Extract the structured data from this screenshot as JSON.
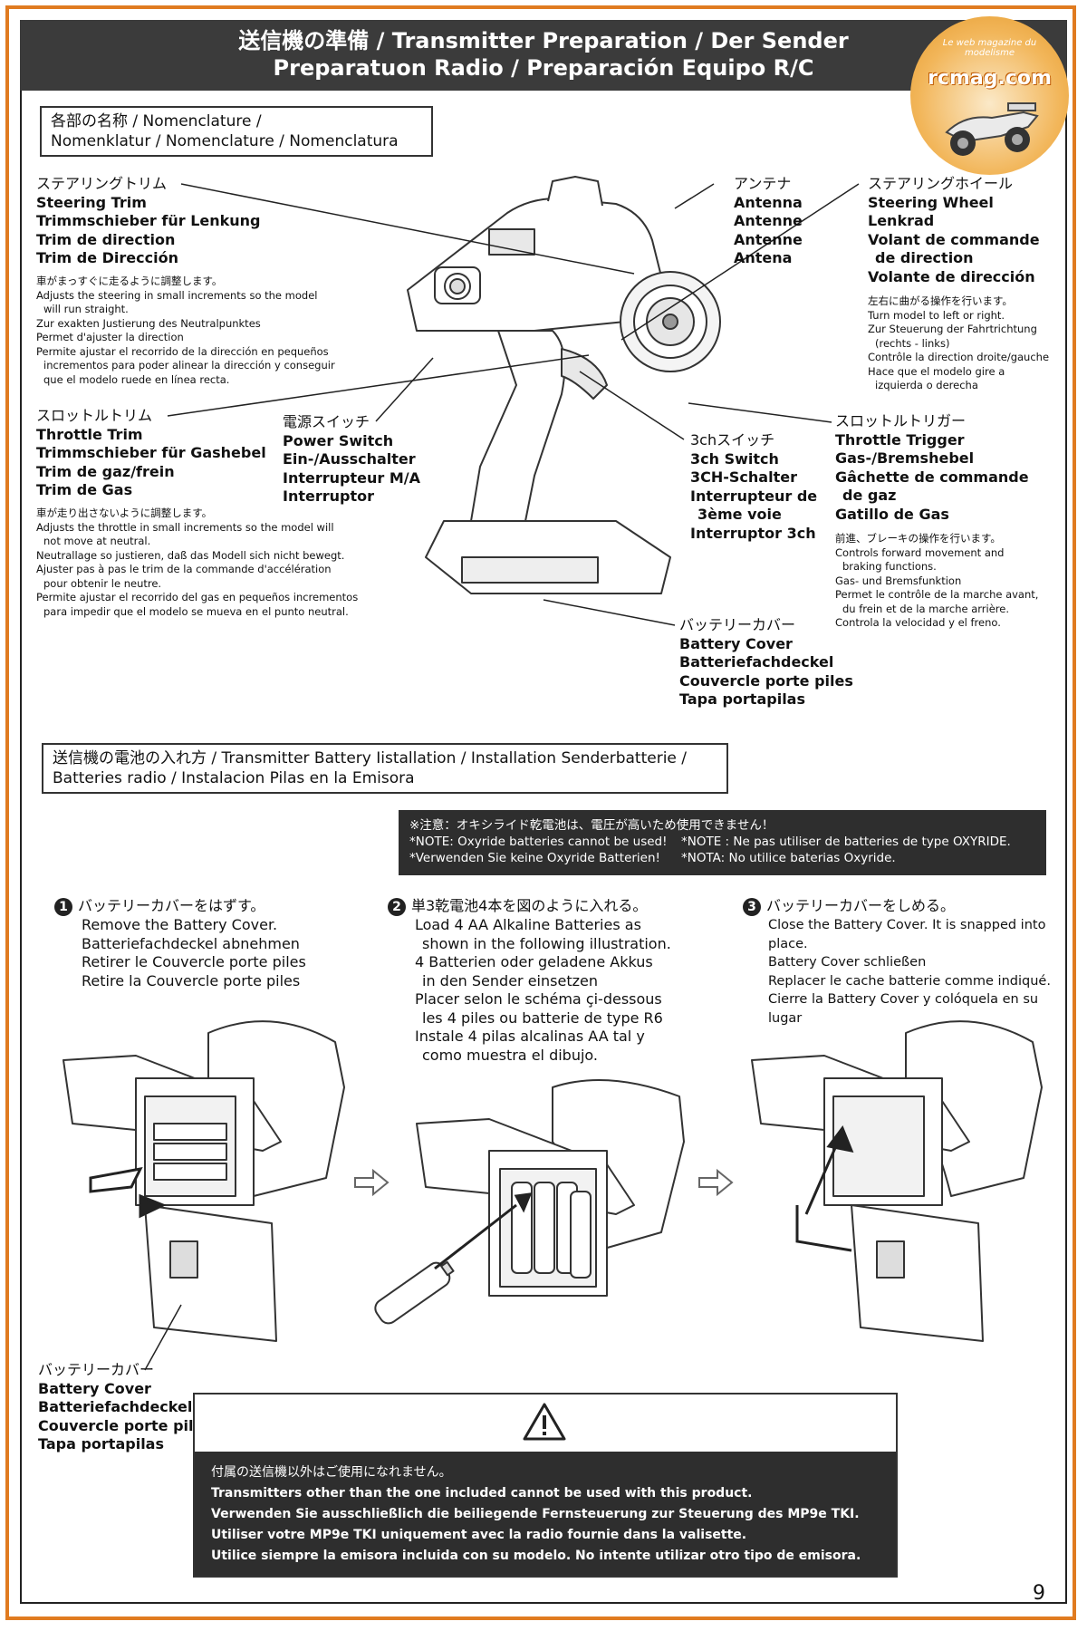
{
  "header": {
    "line1": "送信機の準備 / Transmitter Preparation / Der Sender",
    "line2": "Preparatuon Radio / Preparación Equipo R/C"
  },
  "logo": {
    "sub": "Le web magazine du modelisme",
    "name": "rcmag.com"
  },
  "nomenclature": {
    "title1": "各部の名称 / Nomenclature /",
    "title2": "Nomenklatur / Nomenclature / Nomenclatura",
    "steering_trim": {
      "jp": "ステアリングトリム",
      "names": [
        "Steering Trim",
        "Trimmschieber für Lenkung",
        "Trim de direction",
        "Trim de Dirección"
      ],
      "desc": [
        "車がまっすぐに走るように調整します。",
        "Adjusts the steering in small increments so the model",
        "will run straight.",
        "Zur exakten Justierung des Neutralpunktes",
        "Permet d'ajuster la direction",
        "Permite ajustar el recorrido de la dirección en pequeños",
        "incrementos para poder alinear la dirección y conseguir",
        "que el modelo ruede en línea recta."
      ]
    },
    "antenna": {
      "jp": "アンテナ",
      "names": [
        "Antenna",
        "Antenne",
        "Antenne",
        "Antena"
      ]
    },
    "steering_wheel": {
      "jp": "ステアリングホイール",
      "names": [
        "Steering Wheel",
        "Lenkrad",
        "Volant de commande",
        "de direction",
        "Volante de dirección"
      ],
      "desc": [
        "左右に曲がる操作を行います。",
        "Turn model to left or right.",
        "Zur Steuerung der Fahrtrichtung",
        "(rechts - links)",
        "Contrôle la direction droite/gauche",
        "Hace que el modelo gire a",
        "izquierda o derecha"
      ]
    },
    "throttle_trim": {
      "jp": "スロットルトリム",
      "names": [
        "Throttle Trim",
        "Trimmschieber für Gashebel",
        "Trim de gaz/frein",
        "Trim de Gas"
      ],
      "desc": [
        "車が走り出さないように調整します。",
        "Adjusts the throttle in small increments so the model will",
        "not move at neutral.",
        "Neutrallage so justieren, daß das Modell sich nicht bewegt.",
        "Ajuster pas à pas le trim de la commande d'accélération",
        "pour obtenir le neutre.",
        "Permite ajustar el recorrido del gas en pequeños incrementos",
        "para impedir que el modelo se mueva en el punto neutral."
      ]
    },
    "power_switch": {
      "jp": "電源スイッチ",
      "names": [
        "Power Switch",
        "Ein-/Ausschalter",
        "Interrupteur M/A",
        "Interruptor"
      ]
    },
    "ch3_switch": {
      "jp": "3chスイッチ",
      "names": [
        "3ch Switch",
        "3CH-Schalter",
        "Interrupteur de",
        "3ème voie",
        "Interruptor 3ch"
      ]
    },
    "throttle_trigger": {
      "jp": "スロットルトリガー",
      "names": [
        "Throttle Trigger",
        "Gas-/Bremshebel",
        "Gâchette de commande",
        "de gaz",
        "Gatillo de Gas"
      ],
      "desc": [
        "前進、ブレーキの操作を行います。",
        "Controls forward movement and",
        "braking functions.",
        "Gas- und Bremsfunktion",
        "Permet le contrôle de la marche avant,",
        "du frein et de la marche arrière.",
        "Controla la velocidad y el freno."
      ]
    },
    "battery_cover": {
      "jp": "バッテリーカバー",
      "names": [
        "Battery Cover",
        "Batteriefachdeckel",
        "Couvercle porte piles",
        "Tapa portapilas"
      ]
    }
  },
  "battery_install": {
    "title1": "送信機の電池の入れ方 / Transmitter Battery Iistallation / Installation Senderbatterie /",
    "title2": "Batteries radio / Instalacion Pilas en la Emisora",
    "note": {
      "line1": "※注意：オキシライド乾電池は、電圧が高いため使用できません！",
      "line2a": "*NOTE: Oxyride batteries cannot be used!",
      "line2b": "*NOTE : Ne pas utiliser de batteries de type OXYRIDE.",
      "line3a": "*Verwenden Sie keine Oxyride Batterien!",
      "line3b": "*NOTA: No utilice baterias Oxyride."
    },
    "step1": {
      "num": "1",
      "jp": "バッテリーカバーをはずす。",
      "lines": [
        "Remove the Battery Cover.",
        "Batteriefachdeckel abnehmen",
        "Retirer le Couvercle porte piles",
        "Retire la Couvercle porte piles"
      ]
    },
    "step2": {
      "num": "2",
      "jp": "単3乾電池4本を図のように入れる。",
      "lines": [
        "Load 4 AA Alkaline Batteries as",
        "shown in the following illustration.",
        "4 Batterien oder geladene Akkus",
        "in den Sender einsetzen",
        "Placer selon le schéma çi-dessous",
        "les 4 piles ou batterie de type R6",
        "Instale 4 pilas  alcalinas AA tal y",
        "como muestra el dibujo."
      ]
    },
    "step3": {
      "num": "3",
      "jp": "バッテリーカバーをしめる。",
      "lines": [
        "Close the Battery Cover. It is snapped into place.",
        "Battery Cover schließen",
        "Replacer le cache batterie comme indiqué.",
        "Cierre la Battery Cover y colóquela en su lugar"
      ]
    },
    "cover_label": {
      "jp": "バッテリーカバー",
      "names": [
        "Battery Cover",
        "Batteriefachdeckel",
        "Couvercle porte piles",
        "Tapa portapilas"
      ]
    }
  },
  "warning": {
    "jp": "付属の送信機以外はご使用になれません。",
    "lines": [
      "Transmitters other than the one included cannot be used with this product.",
      "Verwenden Sie ausschließlich die beiliegende Fernsteuerung zur Steuerung des MP9e TKI.",
      "Utiliser votre MP9e TKI uniquement avec la radio fournie dans la valisette.",
      "Utilice siempre la emisora incluida con su modelo.  No intente utilizar otro tipo de emisora."
    ]
  },
  "page_number": "9",
  "colors": {
    "border": "#e07b20",
    "header_bg": "#3b3b3b",
    "note_bg": "#2e2e2e"
  }
}
